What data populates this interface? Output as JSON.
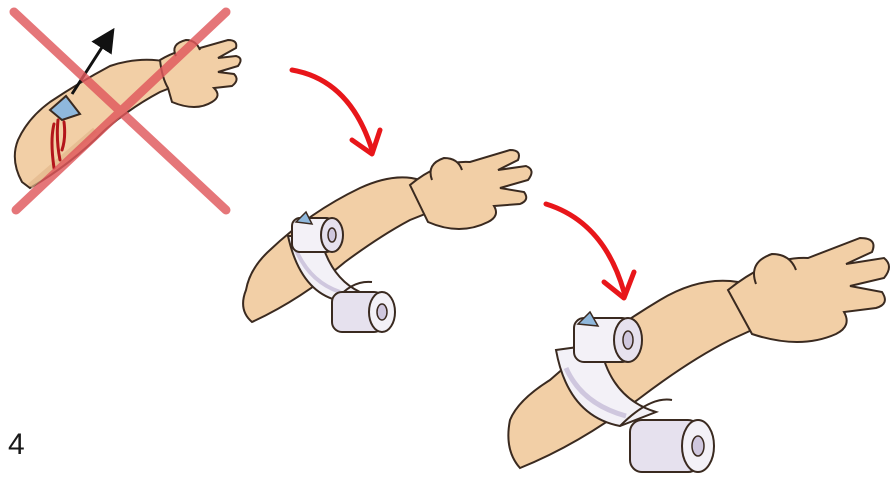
{
  "illustration": {
    "step_number": "4",
    "panels": [
      {
        "name": "wrong-remove-object",
        "marked_wrong": true
      },
      {
        "name": "bandage-around-object"
      },
      {
        "name": "bandage-wrapped-secure"
      }
    ],
    "colors": {
      "skin": "#f2cfa6",
      "skin_shadow": "#e2b78b",
      "outline": "#3a2a20",
      "bandage": "#f3f1f7",
      "bandage_shadow": "#cfc7de",
      "object": "#8fb8dc",
      "blood": "#b3151b",
      "cross": "#e0585c",
      "arrow_red": "#e8161a",
      "arrow_black": "#111111"
    }
  }
}
